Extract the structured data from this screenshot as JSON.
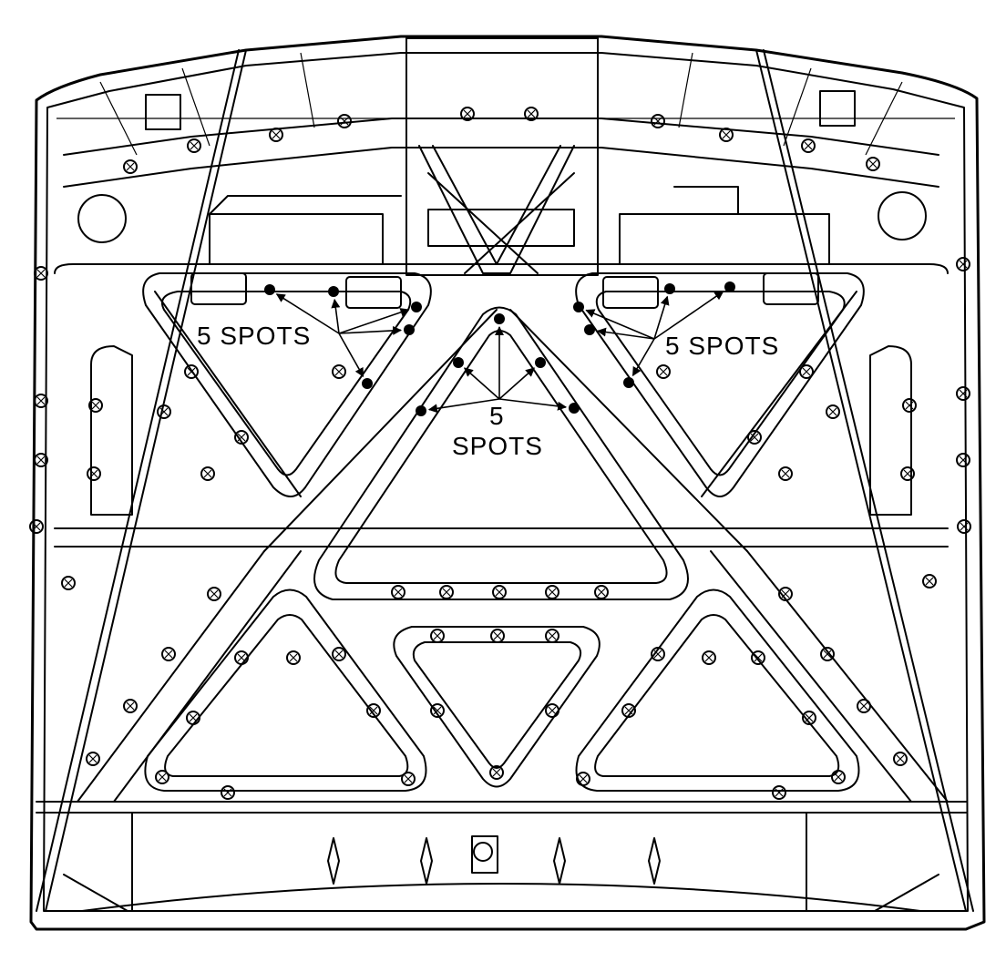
{
  "diagram": {
    "labels": {
      "left_spots": "5 SPOTS",
      "right_spots": "5 SPOTS",
      "center_count": "5",
      "center_word": "SPOTS"
    },
    "colors": {
      "ink": "#000000",
      "paper": "#ffffff"
    }
  }
}
